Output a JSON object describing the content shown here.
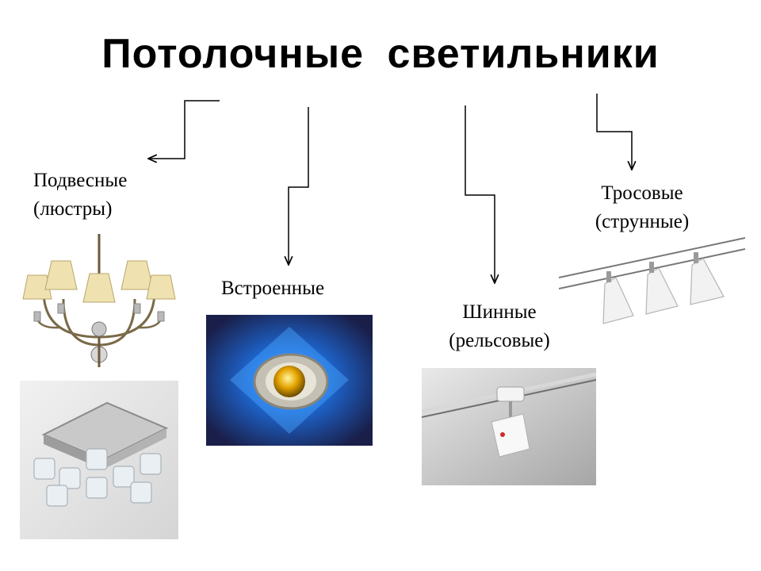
{
  "title": "Потолочные светильники",
  "categories": [
    {
      "line1": "Подвесные",
      "line2": "(люстры)"
    },
    {
      "line1": "Встроенные",
      "line2": ""
    },
    {
      "line1": "Шинные",
      "line2": "(рельсовые)"
    },
    {
      "line1": "Тросовые",
      "line2": "(струнные)"
    }
  ]
}
